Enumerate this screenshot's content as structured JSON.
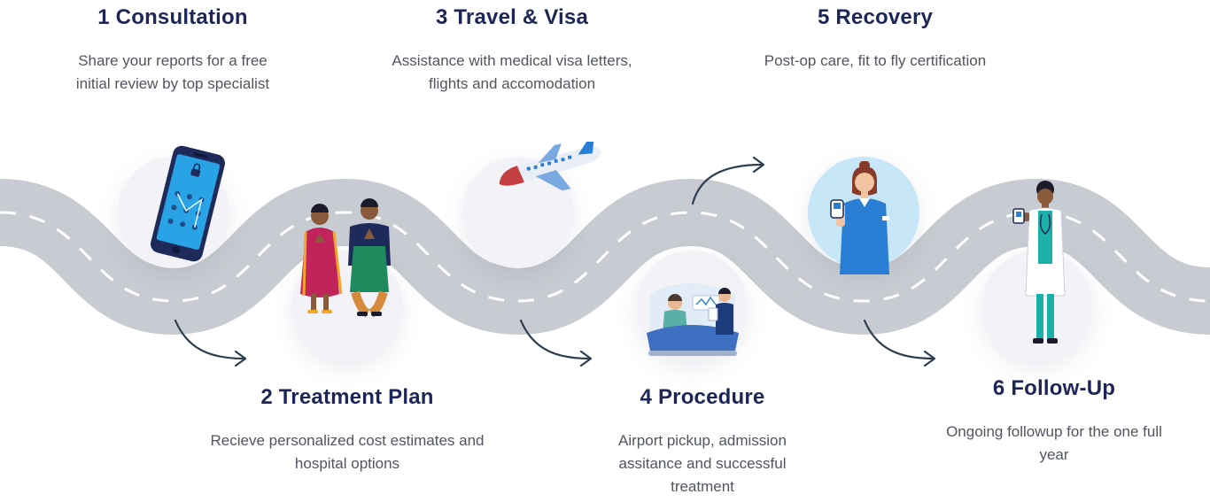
{
  "steps": [
    {
      "title": "1 Consultation",
      "desc_lines": [
        "Share your reports for a free",
        "initial review by top specialist"
      ]
    },
    {
      "title": "2 Treatment Plan",
      "desc_lines": [
        "Recieve personalized cost estimates and",
        "hospital options"
      ]
    },
    {
      "title": "3 Travel & Visa",
      "desc_lines": [
        "Assistance with medical visa letters,",
        "flights and accomodation"
      ]
    },
    {
      "title": "4 Procedure",
      "desc_lines": [
        "Airport pickup, admission",
        "assitance and successful",
        "treatment"
      ]
    },
    {
      "title": "5 Recovery",
      "desc_lines": [
        "Post-op care, fit to fly certification"
      ]
    },
    {
      "title": "6 Follow-Up",
      "desc_lines": [
        "Ongoing followup for the one full",
        "year"
      ]
    }
  ],
  "illustrations": {
    "consultation": "smartphone-icon",
    "treatment_plan": "welcoming-couple-icon",
    "travel": "airplane-icon",
    "procedure": "hospital-bed-icon",
    "recovery": "nurse-icon",
    "followup": "doctor-icon"
  },
  "colors": {
    "road": "#c8cbd1",
    "road_marking": "#ffffff",
    "title": "#1d2657",
    "text": "#505560",
    "arrow": "#2c3e50",
    "accent_blue": "#2a7fd4"
  }
}
